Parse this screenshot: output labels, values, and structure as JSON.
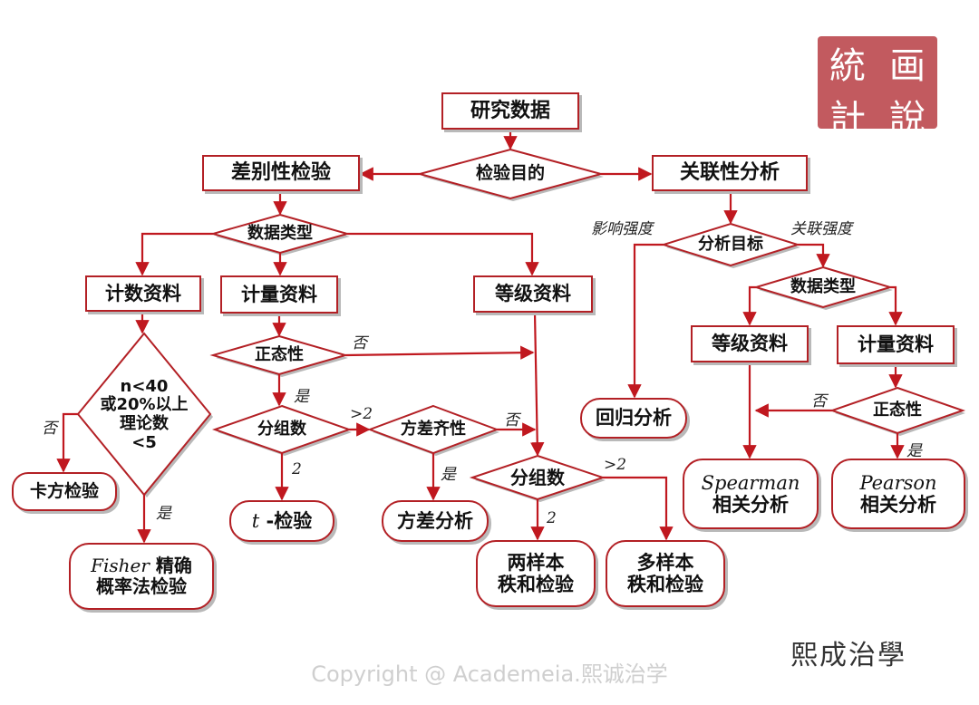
{
  "nodes": {
    "research_data": "研究数据",
    "test_purpose": "检验目的",
    "difference_test": "差别性检验",
    "correlation_analysis": "关联性分析",
    "data_type_left": "数据类型",
    "count_data": "计数资料",
    "measure_data_left": "计量资料",
    "rank_data_mid": "等级资料",
    "condition_lines": [
      "n<40",
      "或20%以上",
      "理论数",
      "<5"
    ],
    "chi_square_test": "卡方检验",
    "fisher_word": "Fisher",
    "fisher_rest": " 精确",
    "fisher_line2": "概率法检验",
    "normality_left": "正态性",
    "group_count_left": "分组数",
    "homogeneity": "方差齐性",
    "t_word": "t",
    "t_rest": " -检验",
    "anova": "方差分析",
    "group_count_mid": "分组数",
    "two_sample_rank": [
      "两样本",
      "秩和检验"
    ],
    "multi_sample_rank": [
      "多样本",
      "秩和检验"
    ],
    "analysis_goal": "分析目标",
    "regression": "回归分析",
    "data_type_right": "数据类型",
    "rank_data_right": "等级资料",
    "measure_data_right": "计量资料",
    "normality_right": "正态性",
    "spearman_word": "Spearman",
    "spearman_line2": "相关分析",
    "pearson_word": "Pearson",
    "pearson_line2": "相关分析"
  },
  "edge_labels": {
    "influence_strength": "影响强度",
    "association_strength": "关联强度",
    "no_normality_left": "否",
    "yes_normality_left": "是",
    "gt2_group_left": ">2",
    "two_group_left": "2",
    "no_homogeneity": "否",
    "yes_homogeneity": "是",
    "two_group_mid": "2",
    "gt2_group_mid": ">2",
    "no_condition": "否",
    "yes_condition": "是",
    "no_normality_right": "否",
    "yes_normality_right": "是"
  },
  "seal": [
    "統",
    "画",
    "計",
    "說"
  ],
  "signature": "熙成治學",
  "copyright": "Copyright @ Academeia.熙诚治学",
  "colors": {
    "stroke": "#b32025",
    "arrow": "#c0181f",
    "shadow": "#b9b9b9",
    "seal": "#c25a5f"
  }
}
